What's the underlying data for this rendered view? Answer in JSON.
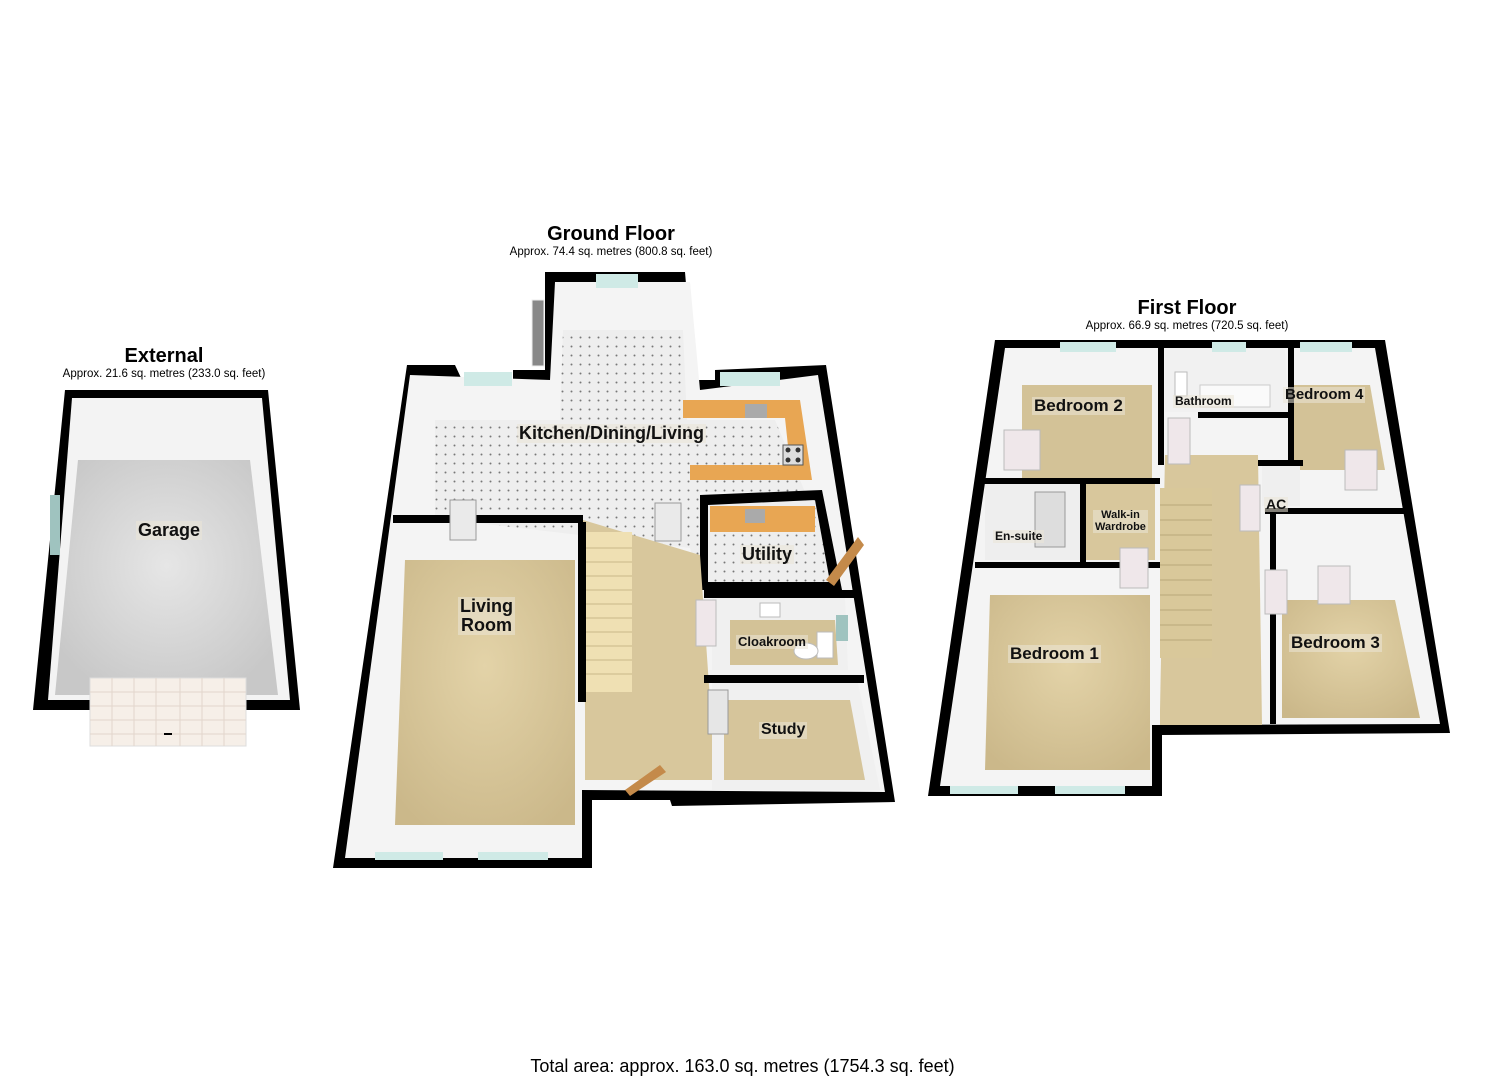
{
  "floors": {
    "external": {
      "name": "External",
      "area": "Approx. 21.6 sq. metres (233.0 sq. feet)"
    },
    "ground": {
      "name": "Ground Floor",
      "area": "Approx. 74.4 sq. metres (800.8 sq. feet)"
    },
    "first": {
      "name": "First Floor",
      "area": "Approx. 66.9 sq. metres (720.5 sq. feet)"
    }
  },
  "rooms": {
    "garage": "Garage",
    "kitchen": "Kitchen/Dining/Living",
    "utility": "Utility",
    "living_room_line1": "Living",
    "living_room_line2": "Room",
    "cloakroom": "Cloakroom",
    "study": "Study",
    "bedroom1": "Bedroom 1",
    "bedroom2": "Bedroom 2",
    "bedroom3": "Bedroom 3",
    "bedroom4": "Bedroom 4",
    "bathroom": "Bathroom",
    "ensuite": "En-suite",
    "wardrobe_line1": "Walk-in",
    "wardrobe_line2": "Wardrobe",
    "ac": "AC"
  },
  "total_area": "Total area: approx. 163.0 sq. metres (1754.3 sq. feet)",
  "colors": {
    "wall": "#000000",
    "wall_inner": "#f2f2f2",
    "carpet": "#d9c9a0",
    "tile": "#eeeeee",
    "garage_floor": "#dcdcdc",
    "worktop": "#e8a653",
    "glass": "#cfeae6"
  }
}
